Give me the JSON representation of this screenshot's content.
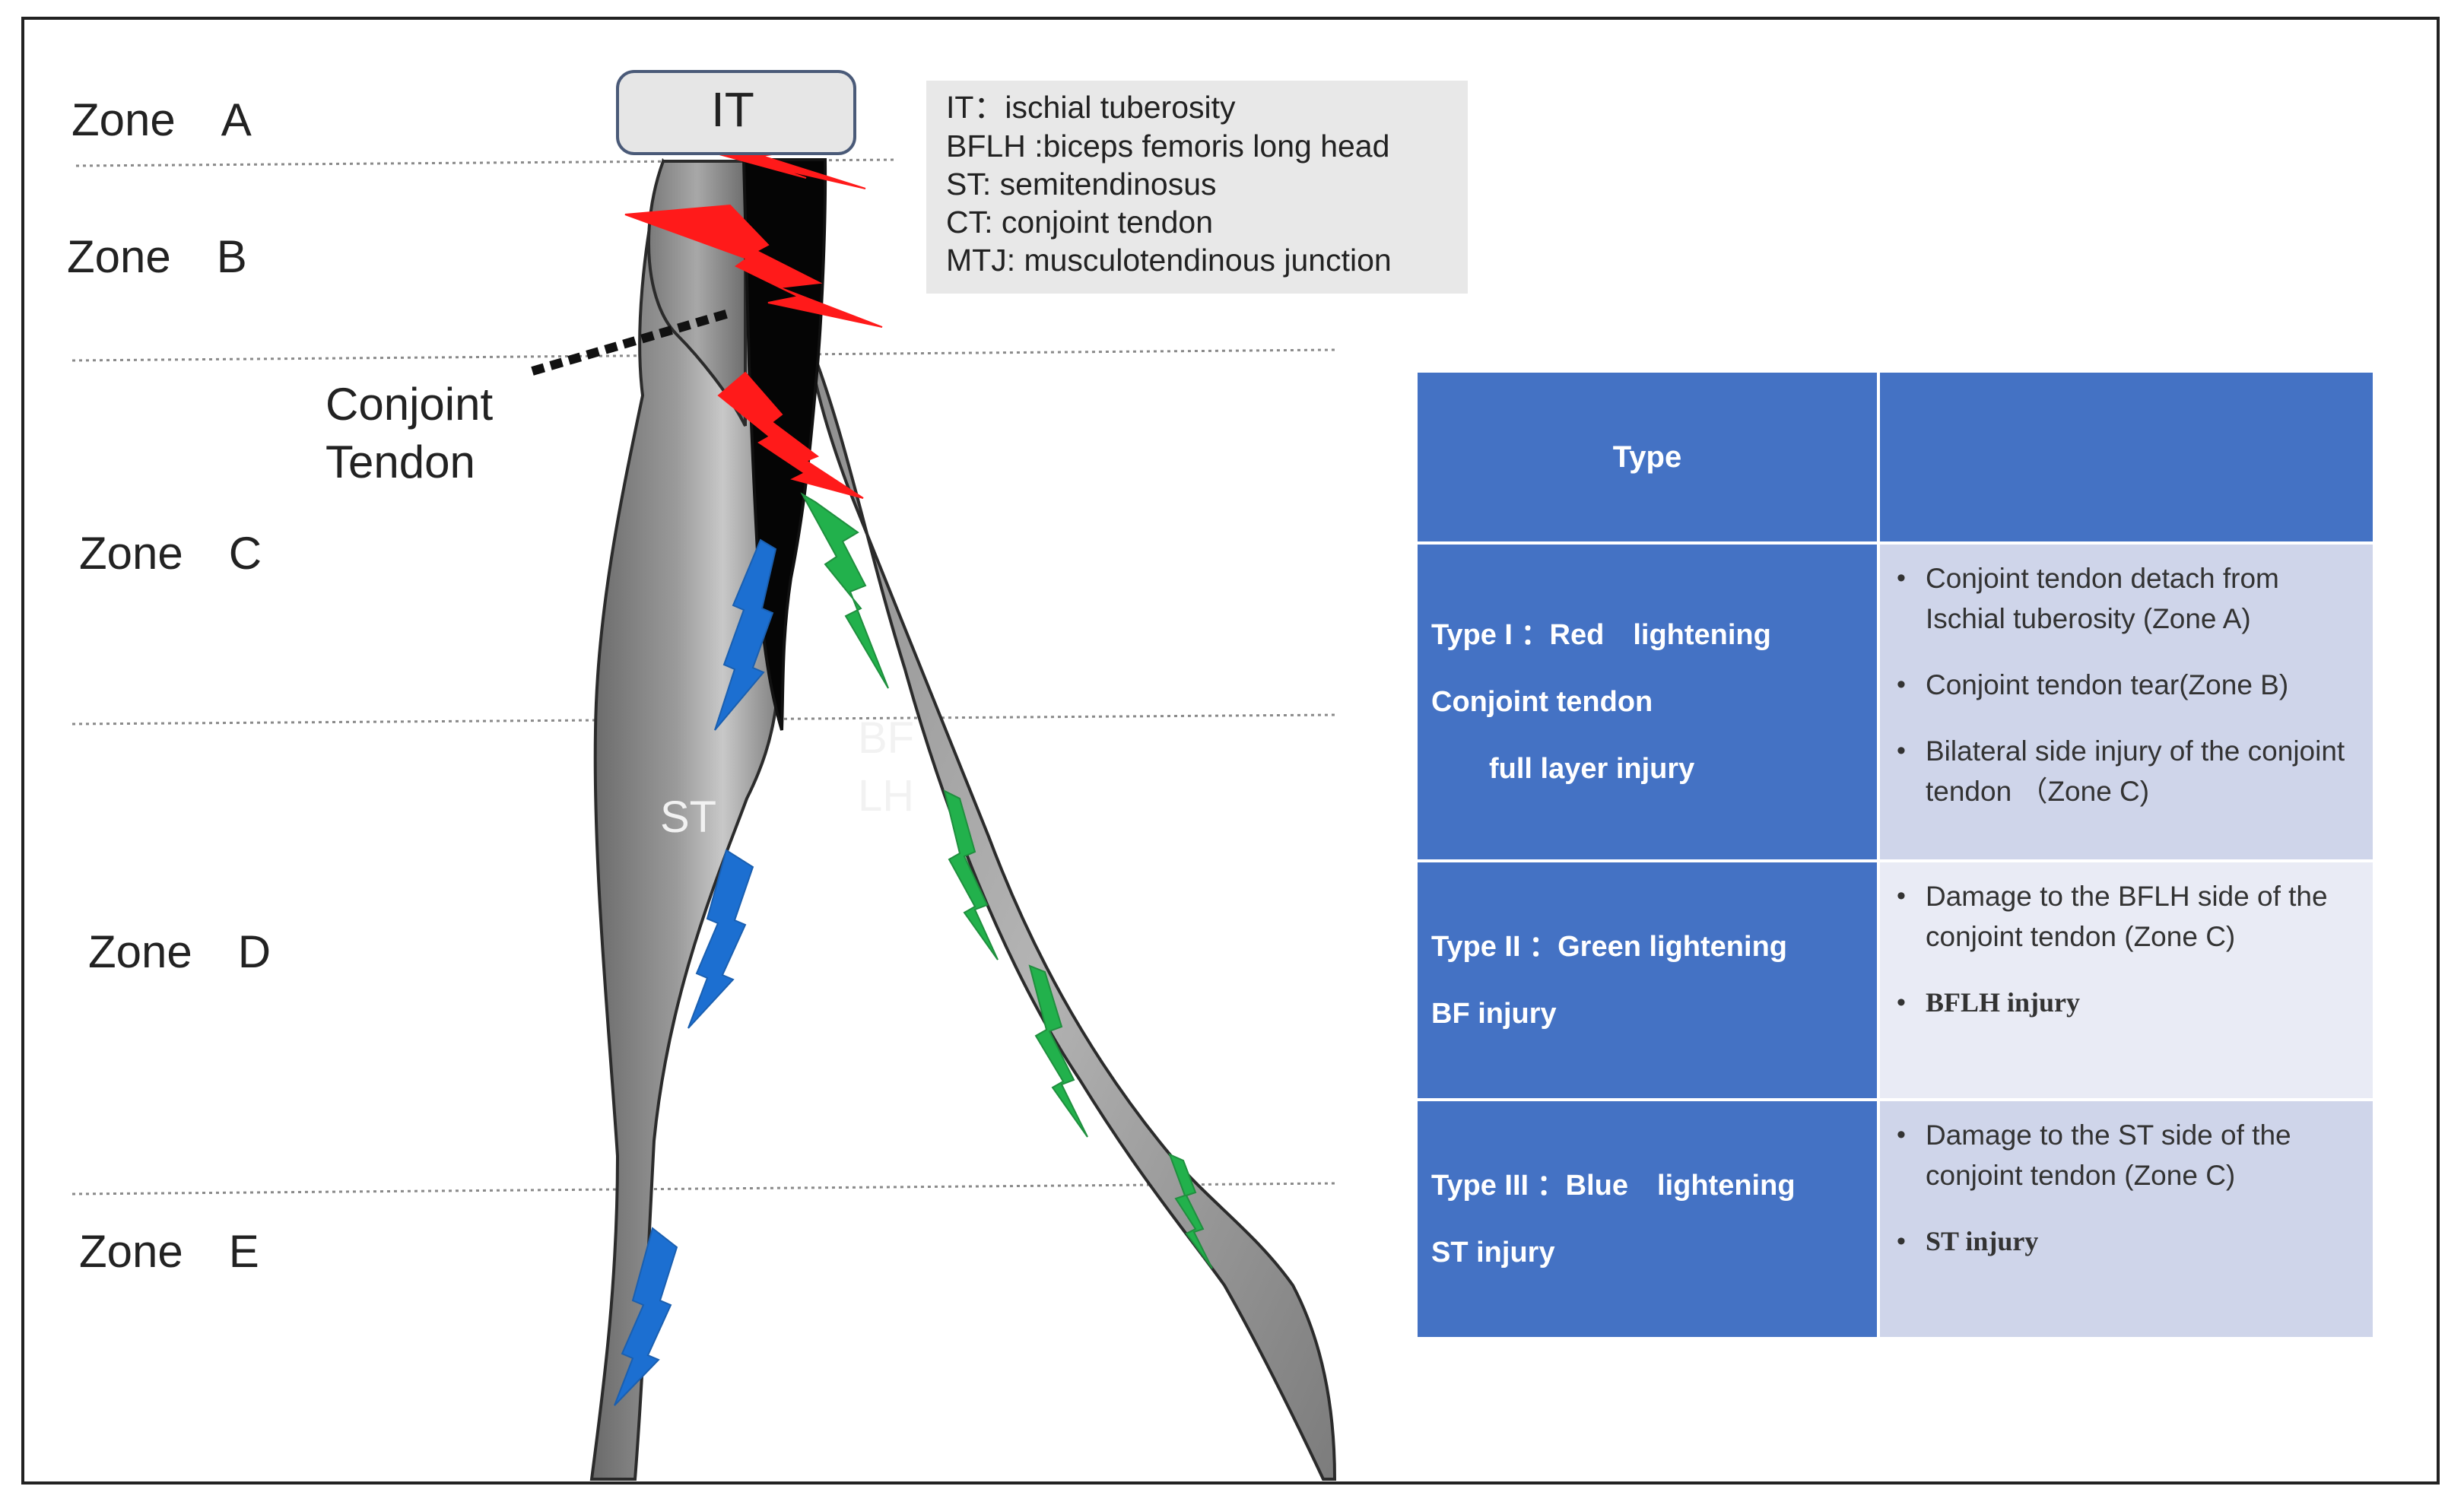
{
  "zones": [
    {
      "id": "A",
      "label": "Zone　A"
    },
    {
      "id": "B",
      "label": "Zone　B"
    },
    {
      "id": "C",
      "label": "Zone　C"
    },
    {
      "id": "D",
      "label": "Zone　D"
    },
    {
      "id": "E",
      "label": "Zone　E"
    }
  ],
  "diagram": {
    "it_label": "IT",
    "conjoint_label_line1": "Conjoint",
    "conjoint_label_line2": "Tendon",
    "st_label": "ST",
    "bf_label_line1": "BF",
    "bf_label_line2": "LH"
  },
  "legend": [
    "IT：ischial tuberosity",
    "BFLH :biceps femoris long head",
    "ST: semitendinosus",
    "CT: conjoint tendon",
    "MTJ: musculotendinous junction"
  ],
  "colors": {
    "red_lightning": "#ff1a1a",
    "green_lightning": "#22b14c",
    "blue_lightning": "#1c6fd1",
    "table_header": "#4472c4",
    "row_light": "#cfd5ea",
    "row_lighter": "#e9ebf5"
  },
  "table": {
    "header_type": "Type",
    "header_desc": "",
    "rows": [
      {
        "type_lines": [
          "Type I ：Red　lightening",
          "Conjoint tendon",
          "full layer injury"
        ],
        "bullets": [
          "Conjoint tendon detach from Ischial tuberosity (Zone A)",
          "Conjoint tendon tear(Zone B)",
          "Bilateral side injury of  the conjoint tendon （Zone C)"
        ]
      },
      {
        "type_lines": [
          "Type II ：Green lightening",
          "BF injury"
        ],
        "bullets": [
          "Damage to the BFLH side of the conjoint tendon (Zone C)",
          "BFLH injury"
        ]
      },
      {
        "type_lines": [
          "Type III ：Blue　lightening",
          "ST injury"
        ],
        "bullets": [
          " Damage to the ST side of the conjoint tendon (Zone C)",
          "ST injury"
        ]
      }
    ]
  }
}
